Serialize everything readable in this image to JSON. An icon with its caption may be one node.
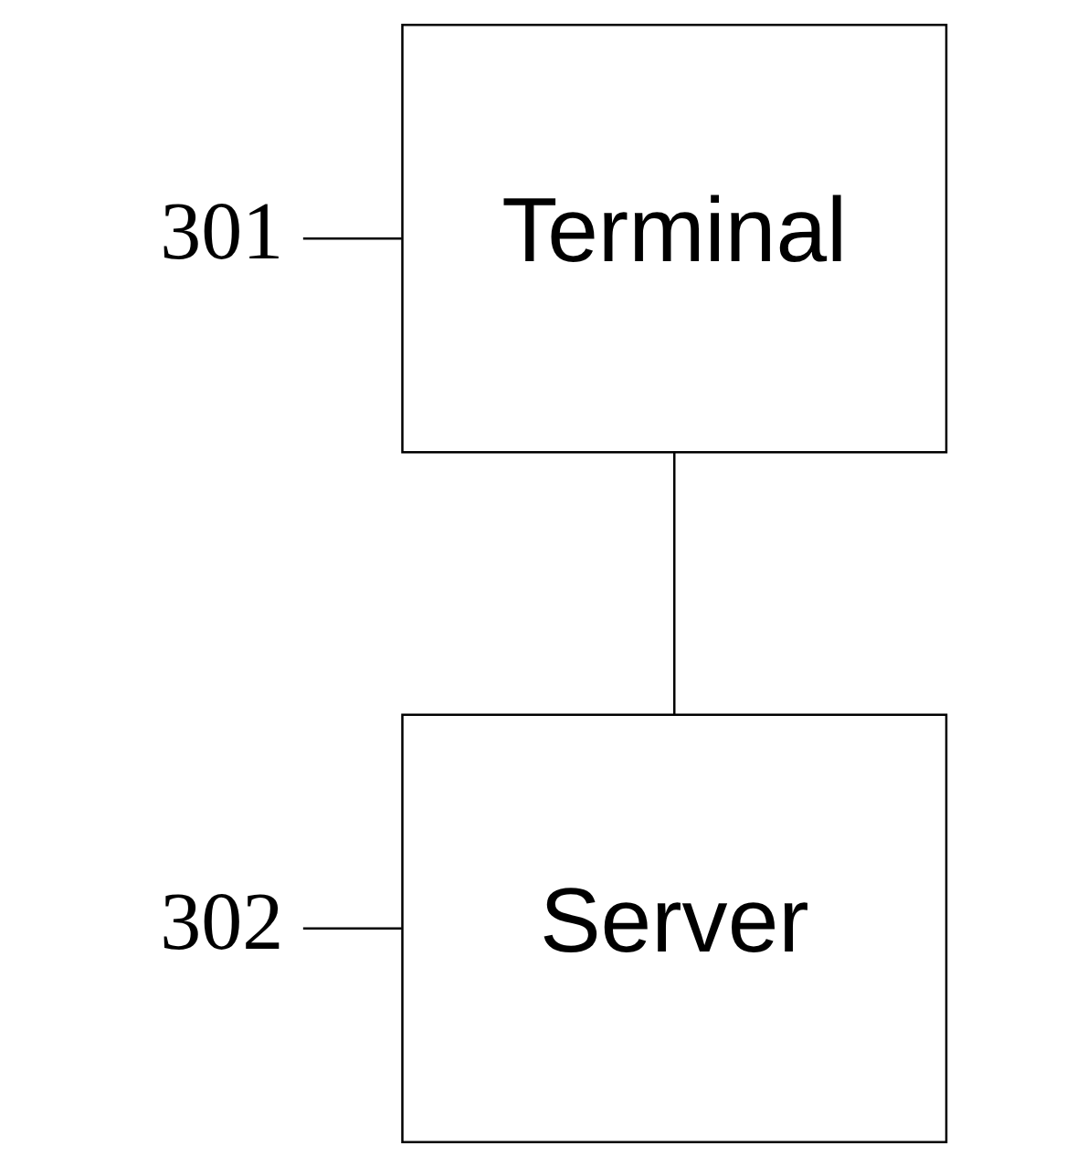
{
  "diagram": {
    "nodes": [
      {
        "text": [
          "Terminal"
        ]
      },
      {
        "text": [
          "Server"
        ]
      },
      {
        "text": [
          "301"
        ]
      },
      {
        "text": [
          "302"
        ]
      }
    ],
    "edges": [
      {
        "from": 0,
        "to": 1,
        "arrow": "none"
      },
      {
        "from": 2,
        "to": 0,
        "arrow": "none"
      },
      {
        "from": 3,
        "to": 1,
        "arrow": "none"
      }
    ]
  }
}
